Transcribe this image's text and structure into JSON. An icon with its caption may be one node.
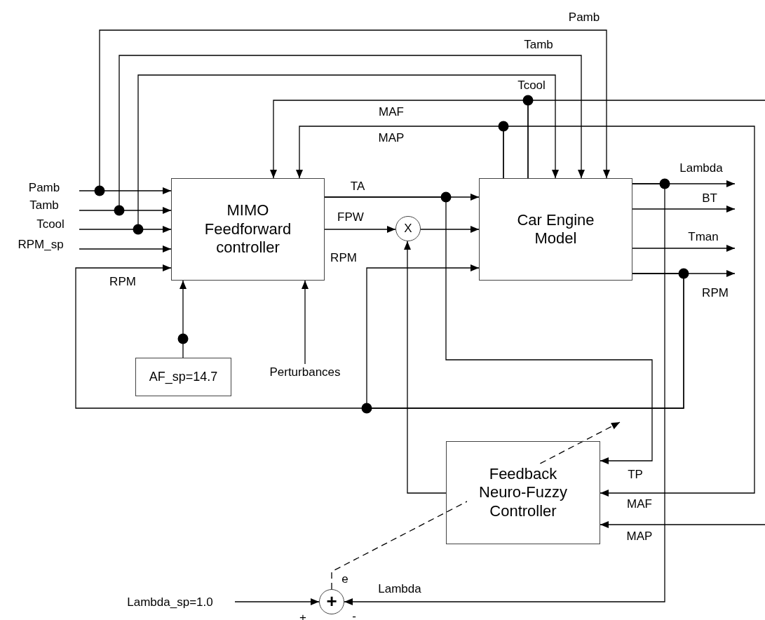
{
  "diagram": {
    "nodes": [
      {
        "text": [
          "MIMO Feedforward controller"
        ]
      },
      {
        "text": [
          "Car Engine Model"
        ]
      },
      {
        "text": [
          "X"
        ]
      },
      {
        "text": [
          "AF_sp=14.7"
        ]
      },
      {
        "text": [
          "Perturbances"
        ]
      },
      {
        "text": [
          "Feedback Neuro-Fuzzy Controller"
        ]
      },
      {
        "text": [
          "+"
        ],
        "beside": [
          "+",
          "-"
        ]
      },
      {
        "text": [
          "Lambda_sp=1.0"
        ]
      }
    ],
    "edges": [
      {
        "from": null,
        "to": 0,
        "arrow": "to",
        "label": "Pamb"
      },
      {
        "from": null,
        "to": 1,
        "arrow": "to",
        "label": "Pamb"
      },
      {
        "from": null,
        "to": 0,
        "arrow": "to",
        "label": "Tamb"
      },
      {
        "from": null,
        "to": 1,
        "arrow": "to",
        "label": "Tamb"
      },
      {
        "from": null,
        "to": 0,
        "arrow": "to",
        "label": "Tcool"
      },
      {
        "from": null,
        "to": 1,
        "arrow": "to",
        "label": "Tcool"
      },
      {
        "from": null,
        "to": 0,
        "arrow": "to",
        "label": "RPM_sp"
      },
      {
        "from": 1,
        "to": 0,
        "arrow": "to",
        "label": "MAF"
      },
      {
        "from": 1,
        "to": null,
        "arrow": "none"
      },
      {
        "from": 1,
        "to": 0,
        "arrow": "to",
        "label": "MAP"
      },
      {
        "from": 1,
        "to": 5,
        "arrow": "to",
        "label": "MAF"
      },
      {
        "from": null,
        "to": 5,
        "arrow": "to",
        "label": "MAP"
      },
      {
        "from": 0,
        "to": 1,
        "arrow": "to",
        "label": "TA"
      },
      {
        "from": 0,
        "to": 5,
        "arrow": "to",
        "label": "TP"
      },
      {
        "from": 0,
        "to": 2,
        "arrow": "to",
        "label": "FPW"
      },
      {
        "from": 2,
        "to": 1,
        "arrow": "to"
      },
      {
        "from": 5,
        "to": 2,
        "arrow": "to"
      },
      {
        "from": 3,
        "to": 0,
        "arrow": "to"
      },
      {
        "from": 4,
        "to": 0,
        "arrow": "to"
      },
      {
        "from": 1,
        "to": null,
        "arrow": "to",
        "label": "Lambda"
      },
      {
        "from": 1,
        "to": null,
        "arrow": "to",
        "label": "BT"
      },
      {
        "from": 1,
        "to": null,
        "arrow": "to",
        "label": "Tman"
      },
      {
        "from": 1,
        "to": null,
        "arrow": "to",
        "label": "RPM"
      },
      {
        "from": 1,
        "to": 6,
        "arrow": "to",
        "label": "Lambda"
      },
      {
        "from": 1,
        "to": 0,
        "arrow": "to",
        "label": "RPM"
      },
      {
        "from": 1,
        "to": 1,
        "arrow": "to",
        "label": "RPM"
      },
      {
        "from": 7,
        "to": 6,
        "arrow": "to"
      },
      {
        "from": 6,
        "to": null,
        "arrow": "to",
        "style": "dashed",
        "label": "e"
      }
    ]
  }
}
